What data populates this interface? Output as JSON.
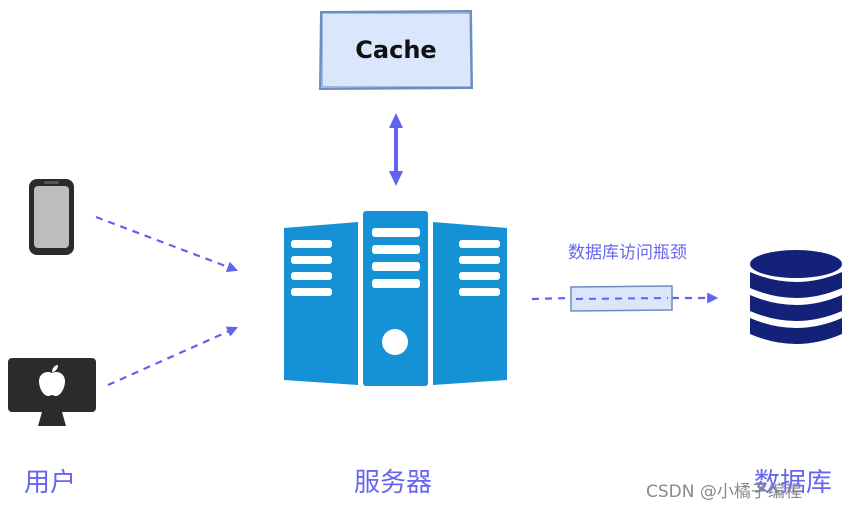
{
  "cache": {
    "label": "Cache"
  },
  "labels": {
    "user": "用户",
    "server": "服务器",
    "database": "数据库",
    "bottleneck": "数据库访问瓶颈"
  },
  "watermark": "CSDN @小橘子编程",
  "icons": {
    "phone": "smartphone-icon",
    "desktop": "apple-desktop-icon",
    "server": "server-rack-icon",
    "database": "database-icon",
    "cache": "cache-box"
  },
  "colors": {
    "arrow": "#6262f0",
    "label": "#6666ee",
    "server": "#1591d6",
    "database": "#142178",
    "cache_fill": "#d9e6fb",
    "cache_border": "#6c8ebf"
  }
}
